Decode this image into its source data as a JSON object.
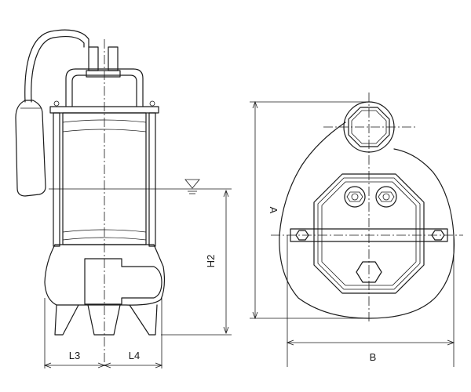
{
  "dimensions": {
    "A": "A",
    "B": "B",
    "H2": "H2",
    "L3": "L3",
    "L4": "L4"
  }
}
